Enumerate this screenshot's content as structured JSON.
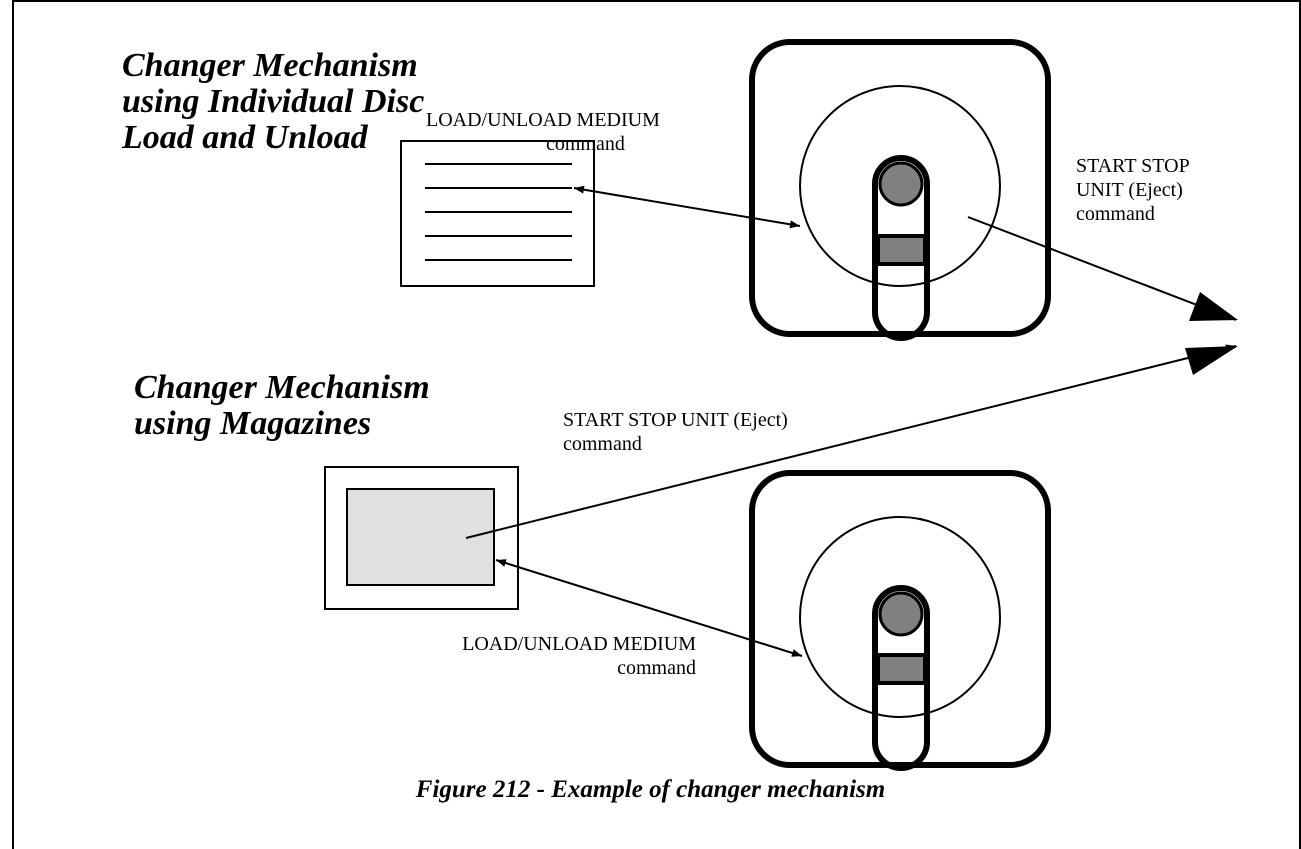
{
  "top_section": {
    "heading": [
      "Changer Mechanism",
      "using Individual Disc",
      "Load and Unload"
    ],
    "load_label": [
      "LOAD/UNLOAD MEDIUM",
      "command"
    ],
    "eject_label": [
      "START STOP",
      "UNIT (Eject)",
      "command"
    ]
  },
  "bottom_section": {
    "heading": [
      "Changer Mechanism",
      "using Magazines"
    ],
    "eject_label": [
      "START STOP UNIT (Eject)",
      "command"
    ],
    "load_label": [
      "LOAD/UNLOAD MEDIUM",
      "command"
    ]
  },
  "caption": "Figure 212 - Example of changer mechanism",
  "colors": {
    "line": "#000000",
    "hub_fill": "#808080",
    "magazine_fill": "#e0e0e0",
    "background": "#ffffff"
  }
}
